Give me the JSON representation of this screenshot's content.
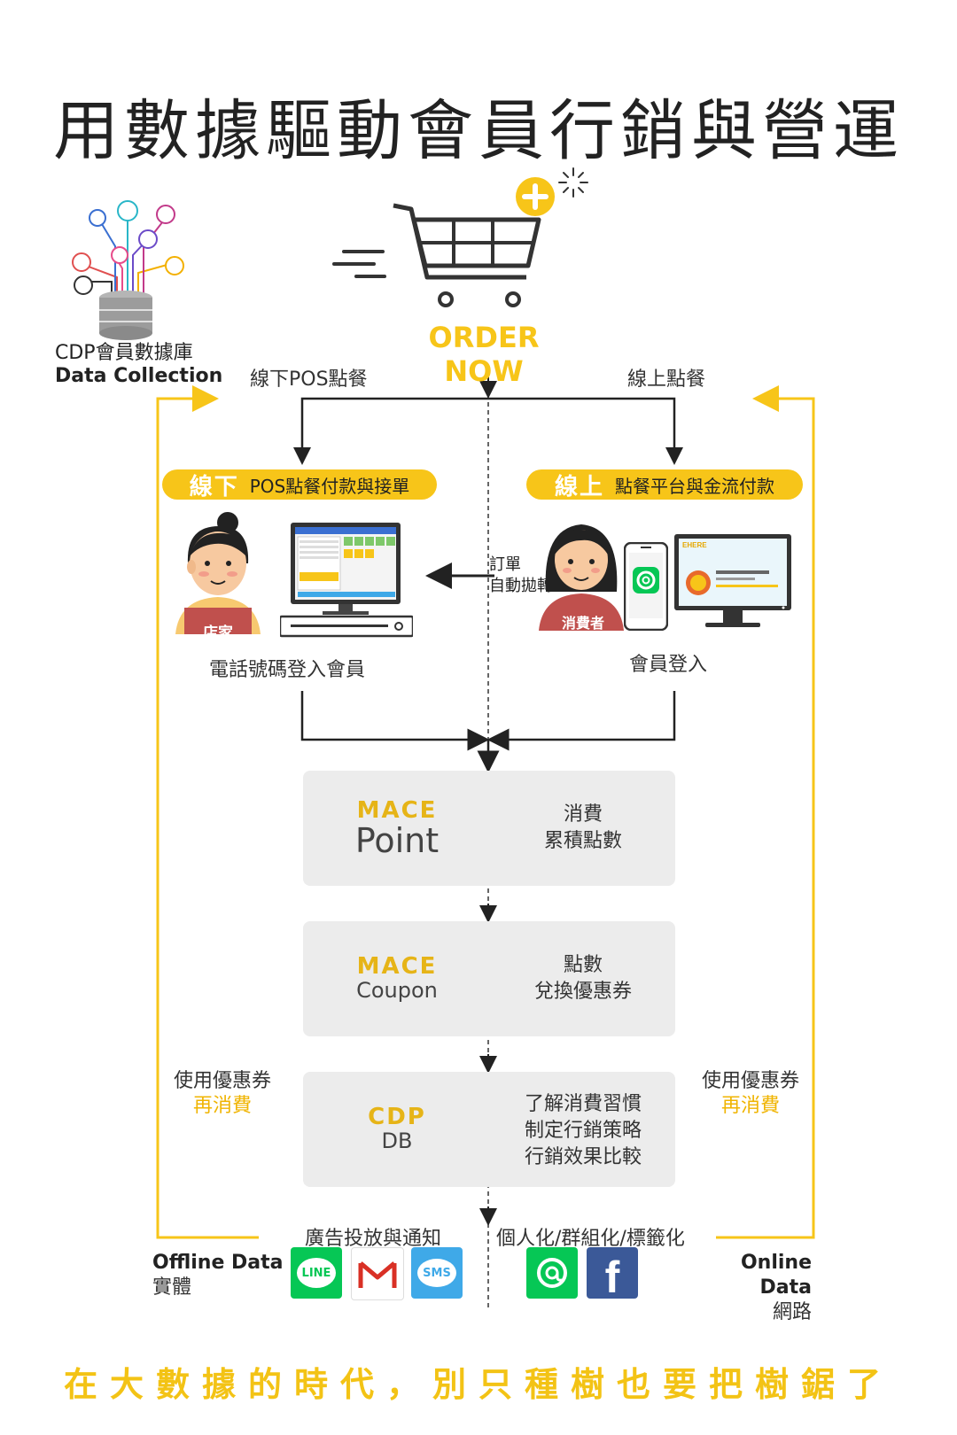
{
  "title": "用數據驅動會員行銷與營運",
  "cdp": {
    "line1": "CDP會員數據庫",
    "line2": "Data Collection"
  },
  "order_now": "ORDER NOW",
  "branch": {
    "offline": "線下POS點餐",
    "online": "線上點餐"
  },
  "pills": {
    "offline": {
      "big": "線下",
      "small": "POS點餐付款與接單"
    },
    "online": {
      "big": "線上",
      "small": "點餐平台與金流付款"
    }
  },
  "badges": {
    "store": "店家",
    "consumer": "消費者"
  },
  "transfer": {
    "line1": "訂單",
    "line2": "自動拋轉"
  },
  "login": {
    "offline": "電話號碼登入會員",
    "online": "會員登入"
  },
  "steps": [
    {
      "brand_top": "MACE",
      "brand_bot": "Point",
      "desc1": "消費",
      "desc2": "累積點數"
    },
    {
      "brand_top": "MACE",
      "brand_bot": "Coupon",
      "desc1": "點數",
      "desc2": "兌換優惠券"
    },
    {
      "brand_top": "CDP",
      "brand_bot": "DB",
      "desc1": "了解消費習慣",
      "desc2": "制定行銷策略",
      "desc3": "行銷效果比較"
    }
  ],
  "loop": {
    "left1": "使用優惠券",
    "left2": "再消費",
    "right1": "使用優惠券",
    "right2": "再消費"
  },
  "actions": {
    "left": "廣告投放與通知",
    "right": "個人化/群組化/標籤化"
  },
  "offline_data": {
    "en": "Offline Data",
    "zh": "實體"
  },
  "online_data": {
    "en": "Online Data",
    "zh": "網路"
  },
  "channels": {
    "line": "LINE",
    "sms": "SMS",
    "facebook": "f"
  },
  "screen_brand": "EHERE",
  "slogan": "在大數據的時代，別只種樹也要把樹鋸了",
  "colors": {
    "accent": "#f7c519",
    "line_green": "#06c755",
    "facebook": "#3b5998",
    "sms": "#3fa9e8",
    "gmail_red": "#d93025"
  }
}
